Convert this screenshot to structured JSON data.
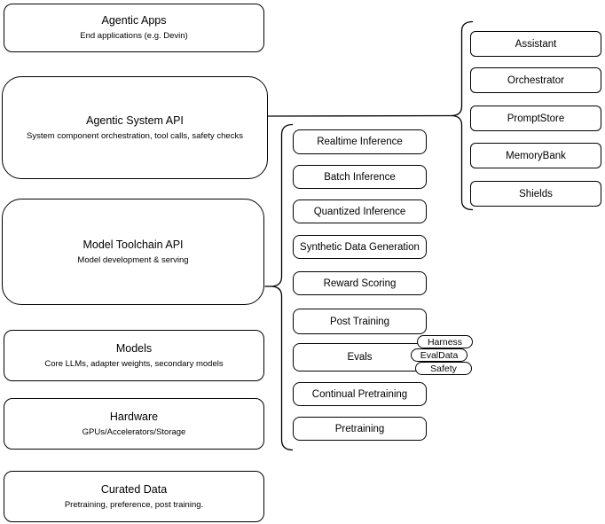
{
  "diagram": {
    "left_stack": [
      {
        "title": "Agentic Apps",
        "subtitle": "End applications (e.g. Devin)"
      },
      {
        "title": "Agentic System API",
        "subtitle": "System component orchestration, tool calls, safety checks"
      },
      {
        "title": "Model Toolchain API",
        "subtitle": "Model development & serving"
      },
      {
        "title": "Models",
        "subtitle": "Core LLMs, adapter weights, secondary models"
      },
      {
        "title": "Hardware",
        "subtitle": "GPUs/Accelerators/Storage"
      },
      {
        "title": "Curated Data",
        "subtitle": "Pretraining, preference, post training."
      }
    ],
    "toolchain": {
      "items": [
        "Realtime Inference",
        "Batch Inference",
        "Quantized Inference",
        "Synthetic Data Generation",
        "Reward Scoring",
        "Post Training",
        "Evals",
        "Continual Pretraining",
        "Pretraining"
      ],
      "evals_tags": [
        "Harness",
        "EvalData",
        "Safety"
      ]
    },
    "agentic_components": [
      "Assistant",
      "Orchestrator",
      "PromptStore",
      "MemoryBank",
      "Shields"
    ],
    "colors": {
      "stroke": "#000000",
      "fill": "#ffffff",
      "text": "#000000",
      "background": "#ffffff"
    }
  }
}
